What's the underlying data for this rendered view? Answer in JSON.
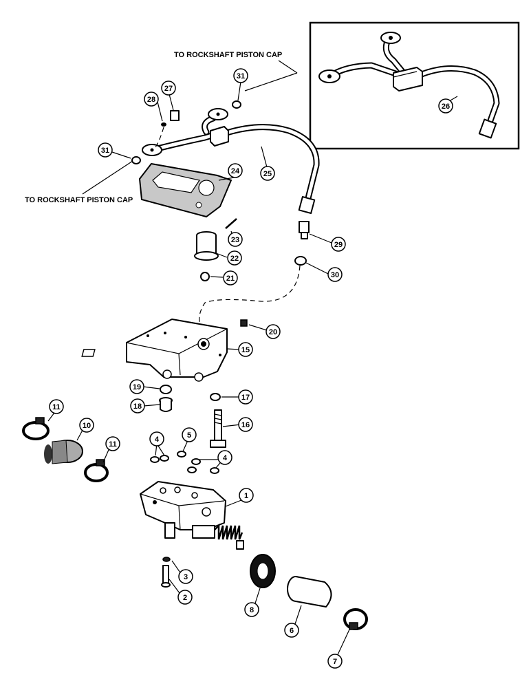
{
  "labels": {
    "top": "TO ROCKSHAFT PISTON CAP",
    "left": "TO ROCKSHAFT PISTON CAP"
  },
  "callouts": [
    "31",
    "28",
    "27",
    "31",
    "24",
    "25",
    "26",
    "23",
    "22",
    "21",
    "29",
    "30",
    "20",
    "15",
    "19",
    "18",
    "17",
    "11",
    "10",
    "11",
    "16",
    "5",
    "4",
    "4",
    "1",
    "3",
    "2",
    "8",
    "6",
    "7"
  ]
}
